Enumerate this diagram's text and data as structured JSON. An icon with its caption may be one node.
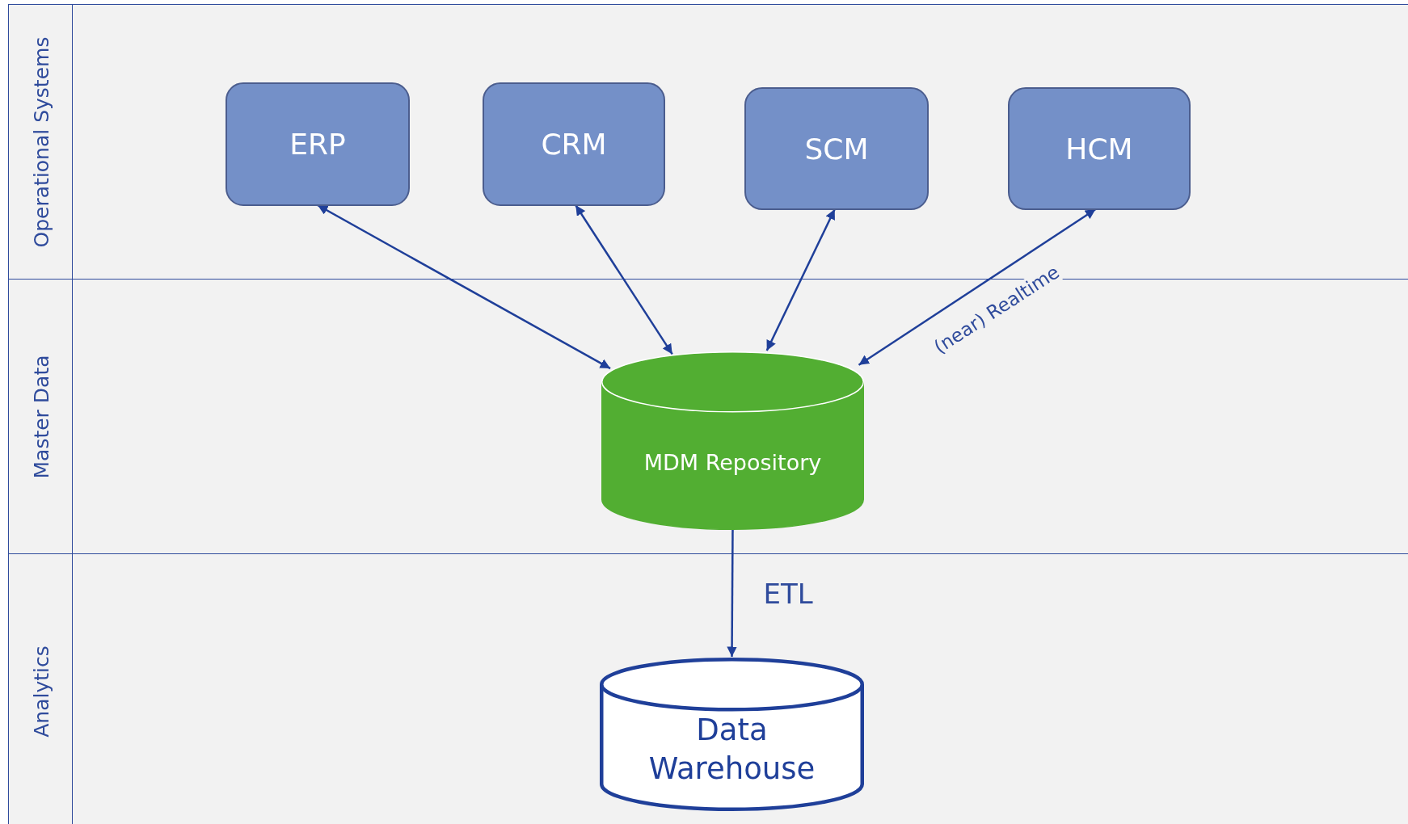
{
  "diagram": {
    "nodes": [
      {
        "text": [
          "Operational Systems"
        ]
      },
      {
        "text": [
          "ERP"
        ],
        "in": 0
      },
      {
        "text": [
          "CRM"
        ],
        "in": 0
      },
      {
        "text": [
          "SCM"
        ],
        "in": 0
      },
      {
        "text": [
          "HCM"
        ],
        "in": 0
      },
      {
        "text": [
          "Master Data"
        ]
      },
      {
        "text": [
          "MDM Repository"
        ],
        "in": 5
      },
      {
        "text": [
          "Analytics"
        ]
      },
      {
        "text": [
          "Data Warehouse"
        ],
        "in": 7
      }
    ],
    "edges": [
      {
        "from": 1,
        "to": 6,
        "arrow": "both"
      },
      {
        "from": 2,
        "to": 6,
        "arrow": "both"
      },
      {
        "from": 3,
        "to": 6,
        "arrow": "both"
      },
      {
        "from": 4,
        "to": 6,
        "arrow": "both",
        "label": "(near) Realtime"
      },
      {
        "from": 6,
        "to": 8,
        "arrow": "to",
        "label": "ETL"
      }
    ]
  }
}
